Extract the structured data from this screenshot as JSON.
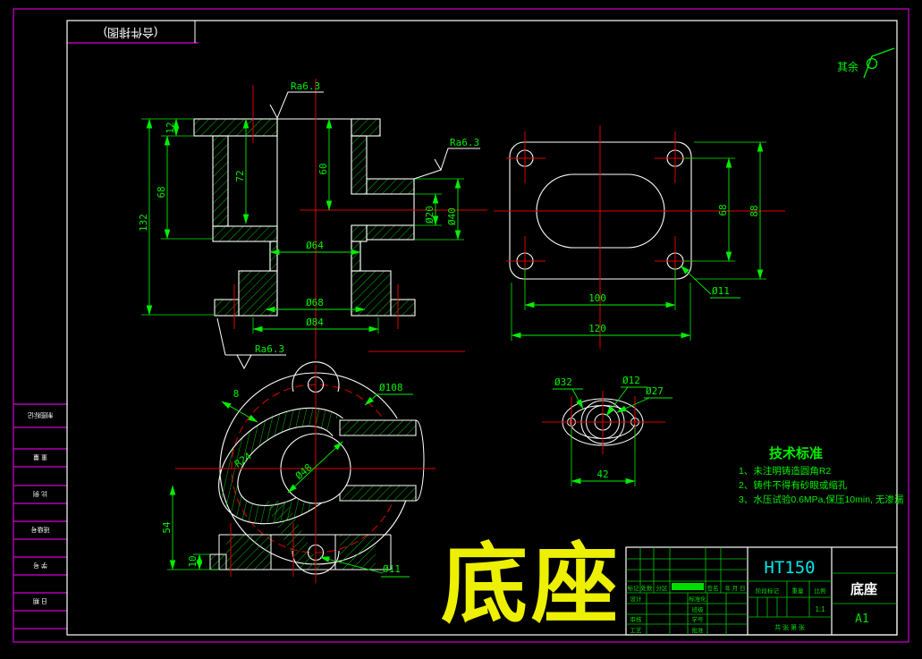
{
  "colors": {
    "frame_magenta": "#b000b0",
    "outline_white": "#ffffff",
    "dimension_green": "#00ee00",
    "centerline_red": "#dd0000",
    "hatch_green": "#00c000",
    "material_cyan": "#00e8e8",
    "watermark_yellow": "#edf000"
  },
  "corner_label": "(合件排图)",
  "surface_note": {
    "label": "其余"
  },
  "front_view": {
    "ra": "Ra6.3",
    "d12": "12",
    "d68": "68",
    "d132": "132",
    "d72": "72",
    "d60": "60",
    "d20": "Ø20",
    "d40": "Ø40",
    "d64": "Ø64",
    "d68b": "Ø68",
    "d84": "Ø84"
  },
  "top_view": {
    "d68": "68",
    "d88": "88",
    "d100": "100",
    "d120": "120",
    "d11": "Ø11"
  },
  "bottom_view": {
    "d108": "Ø108",
    "r24": "R24",
    "d48": "Ø48",
    "d8": "8",
    "d54": "54",
    "d10": "10",
    "d11": "Ø11"
  },
  "side_view": {
    "d32": "Ø32",
    "d12": "Ø12",
    "d27": "Ø27",
    "d42": "42"
  },
  "tech_notes": {
    "title": "技术标准",
    "line1": "1、未注明铸造圆角R2",
    "line2": "2、铸件不得有砂眼或缩孔",
    "line3": "3、水压试验0.6MPa,保压10min, 无渗漏"
  },
  "title_block": {
    "material": "HT150",
    "part_name": "底座",
    "sheet_size": "A1",
    "scale_value": "1:1",
    "h_mark": "标记",
    "h_count": "处数",
    "h_zone": "分区",
    "h_sign": "签名",
    "h_date": "年 月 日",
    "design": "设计",
    "standard": "标准化",
    "class_label": "班级",
    "check": "审核",
    "student_no": "学号",
    "process": "工艺",
    "approve": "批准",
    "stage": "阶段标记",
    "weight": "重量",
    "scale_label": "比例",
    "sheet_note": "共 张 第 张"
  },
  "edge_strip": {
    "l1": "制图标记",
    "l2": "重 量",
    "l3": "比 例",
    "l4": "班级号",
    "l5": "学 号",
    "l6": "日 期"
  },
  "watermark": "底座"
}
